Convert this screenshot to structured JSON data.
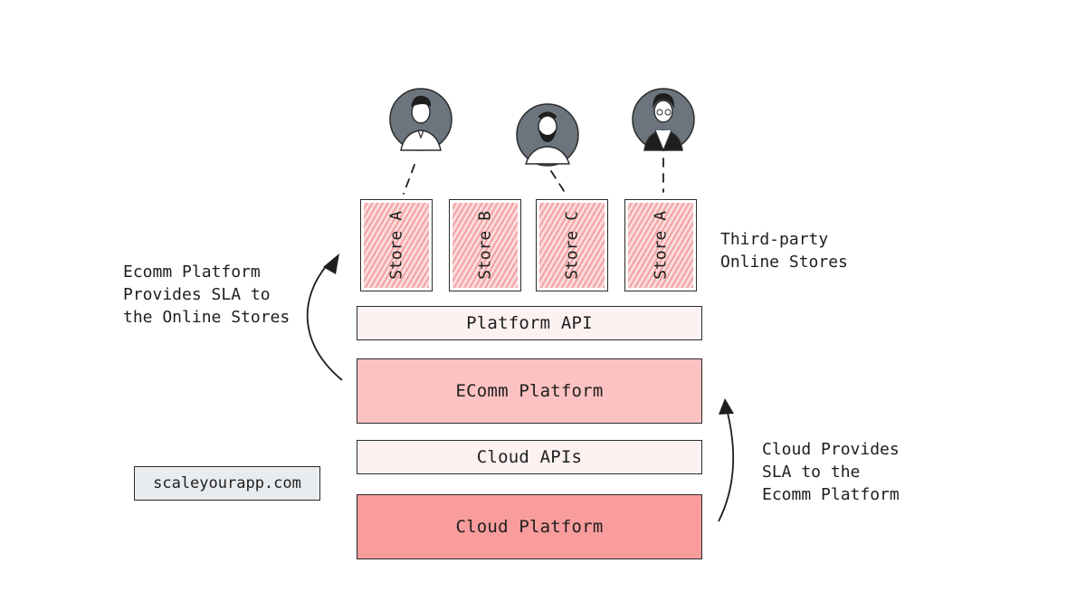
{
  "stores": [
    {
      "label": "Store A"
    },
    {
      "label": "Store B"
    },
    {
      "label": "Store C"
    },
    {
      "label": "Store A"
    }
  ],
  "layers": {
    "platform_api": "Platform API",
    "ecomm_platform": "EComm Platform",
    "cloud_apis": "Cloud APIs",
    "cloud_platform": "Cloud Platform"
  },
  "notes": {
    "third_party": "Third-party\nOnline Stores",
    "ecomm_sla": "Ecomm Platform\nProvides SLA to\nthe Online Stores",
    "cloud_sla": "Cloud Provides\nSLA to the\nEcomm Platform"
  },
  "brand": "scaleyourapp.com",
  "colors": {
    "platform_api_fill": "#fdf1f1",
    "ecomm_fill": "#fcc2c2",
    "cloud_apis_fill": "#fdf1f1",
    "cloud_platform_fill": "#f99c9c",
    "store_hatch": "#f3a1a1",
    "avatar_bg": "#6c757d",
    "brand_fill": "#e9ecef"
  }
}
